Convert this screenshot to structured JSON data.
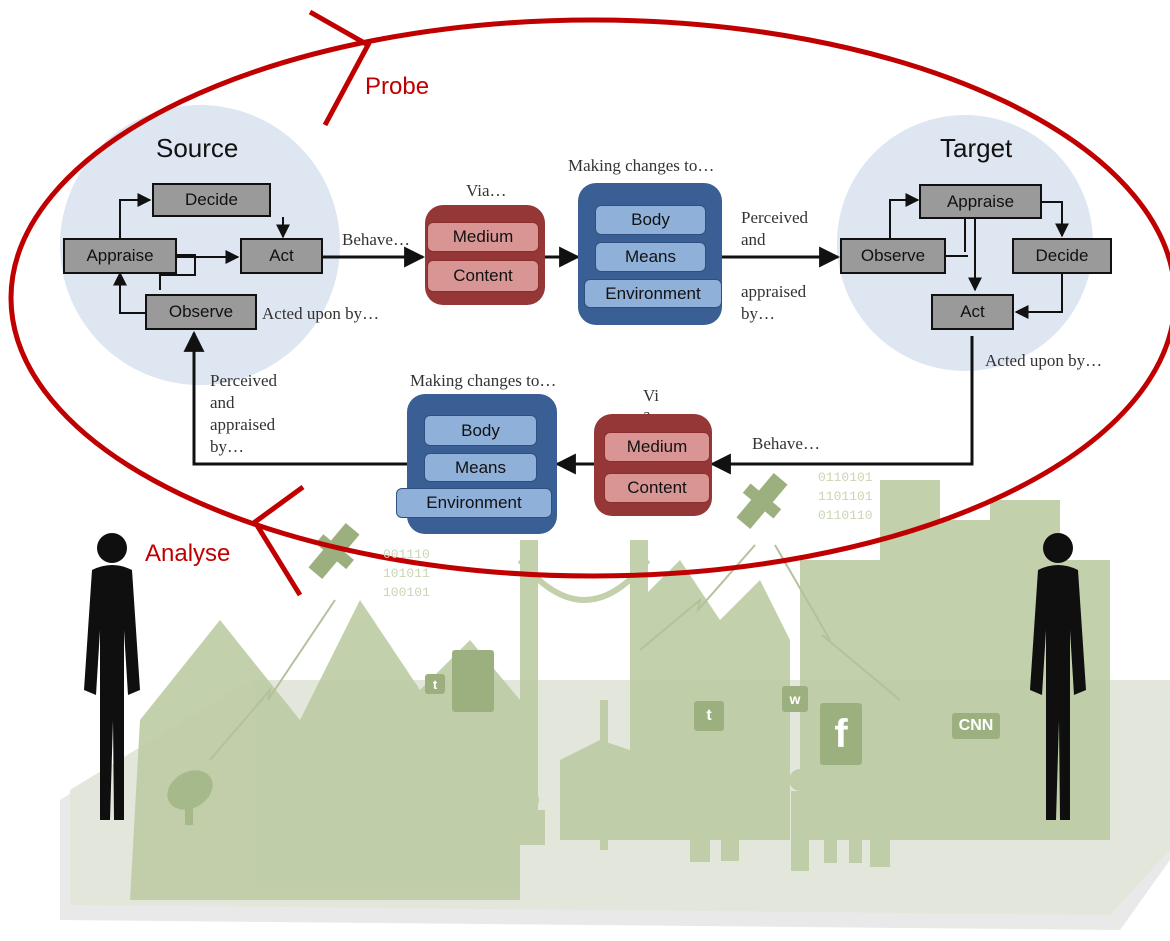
{
  "labels": {
    "probe": "Probe",
    "analyse": "Analyse",
    "source": "Source",
    "target": "Target",
    "via_top": "Via…",
    "via_bottom": "Vi\na",
    "making_changes_top": "Making changes to…",
    "making_changes_bottom": "Making changes to…",
    "behave_top": "Behave…",
    "behave_bottom": "Behave…",
    "acted_upon_source": "Acted upon by…",
    "acted_upon_target": "Acted upon by…",
    "perceived_top_a": "Perceived",
    "perceived_top_b": "and",
    "perceived_top_c": "appraised",
    "perceived_top_d": "by…",
    "perceived_bottom": "Perceived and appraised by…"
  },
  "source_loop": {
    "decide": "Decide",
    "appraise": "Appraise",
    "act": "Act",
    "observe": "Observe"
  },
  "target_loop": {
    "appraise": "Appraise",
    "observe": "Observe",
    "decide": "Decide",
    "act": "Act"
  },
  "via_top_items": [
    "Medium",
    "Content"
  ],
  "via_bottom_items": [
    "Medium",
    "Content"
  ],
  "changes_top_items": [
    "Body",
    "Means",
    "Environment"
  ],
  "changes_bottom_items": [
    "Body",
    "Means",
    "Environment"
  ],
  "binary_left": "001110\n101011\n100101",
  "binary_right": "0110101\n1101101\n0110110",
  "social_icons": [
    "twitter-icon",
    "al-jazeera-icon",
    "weibo-icon",
    "twitter-icon",
    "facebook-icon",
    "cnn-icon"
  ],
  "social_text": {
    "cnn": "CNN",
    "facebook": "f",
    "twitter": "t",
    "weibo": "w"
  },
  "colors": {
    "accent_red": "#c00000",
    "panel_blue": "#3a5f94",
    "panel_red": "#953736",
    "circle_bg": "#dde6f1",
    "scene_green": "#b7c79c"
  }
}
